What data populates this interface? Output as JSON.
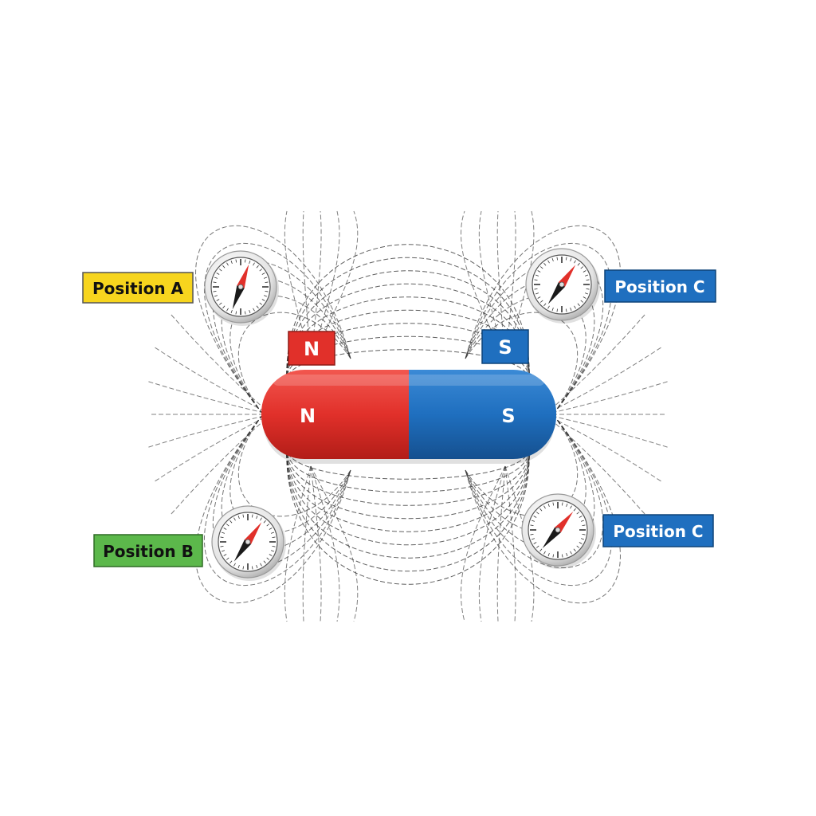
{
  "magnet": {
    "north_label": "N",
    "south_label": "S",
    "north_tag": "N",
    "south_tag": "S"
  },
  "positions": [
    {
      "id": "a",
      "label": "Position A"
    },
    {
      "id": "b",
      "label": "Position B"
    },
    {
      "id": "c-top",
      "label": "Position C"
    },
    {
      "id": "c-bottom",
      "label": "Position C"
    }
  ],
  "colors": {
    "north": "#e1302a",
    "south": "#1f6fbf",
    "position_a": "#f7d51e",
    "position_b": "#5cb84b",
    "position_c": "#1f6fbf",
    "field_lines": "#2b2b2b"
  },
  "icons": {
    "compass": "compass-icon"
  }
}
